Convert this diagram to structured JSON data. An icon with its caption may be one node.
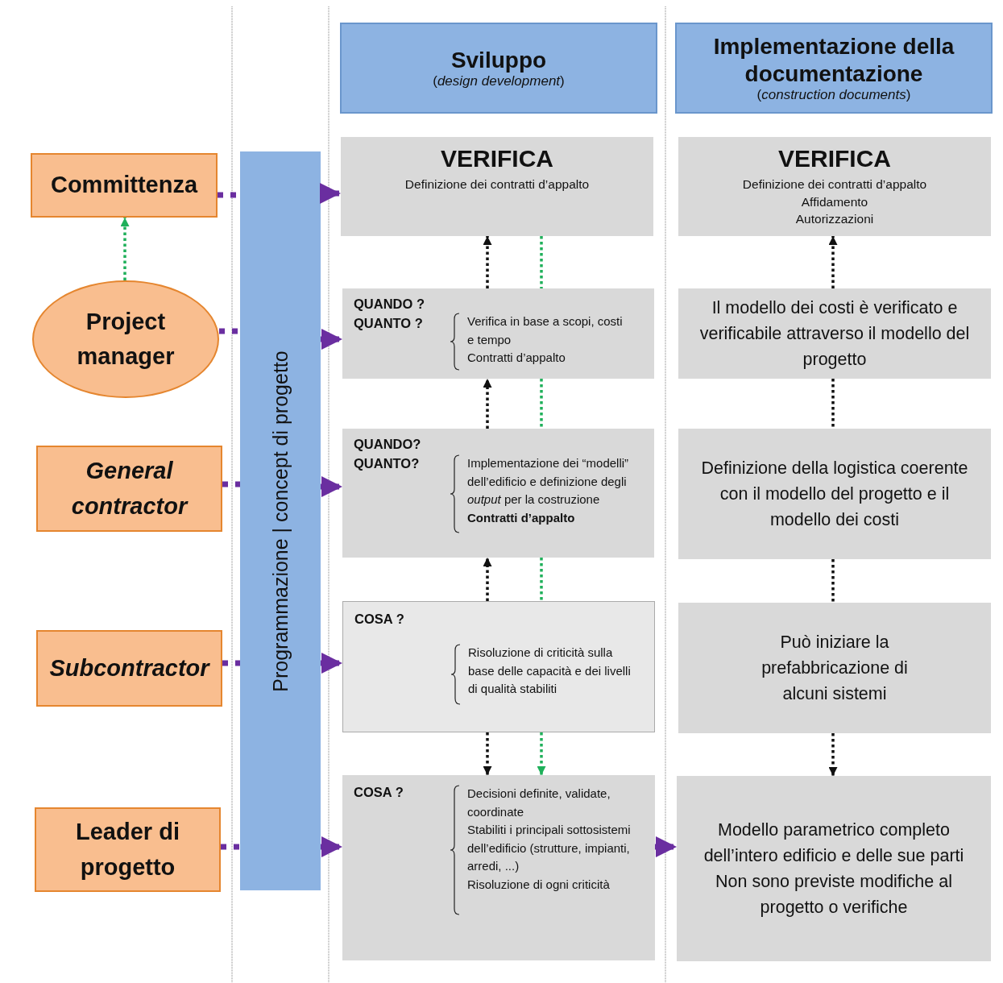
{
  "diagram": {
    "nodes": [
      {
        "text": [
          "Committenza"
        ]
      },
      {
        "text": [
          "Project manager"
        ]
      },
      {
        "text": [
          "General contractor"
        ]
      },
      {
        "text": [
          "Subcontractor"
        ]
      },
      {
        "text": [
          "Leader di progetto"
        ]
      },
      {
        "text": [
          "Programmazione | concept di progetto"
        ]
      },
      {
        "text": [
          "Sviluppo",
          "(*design development*)"
        ]
      },
      {
        "text": [
          "Implementazione della documentazione",
          "(*construction documents*)"
        ]
      },
      {
        "text": [
          "VERIFICA",
          "Definizione dei contratti d’appalto"
        ]
      },
      {
        "text": [
          "QUANDO ? QUANTO ?",
          "Verifica in base a scopi, costi e tempo",
          "Contratti d’appalto"
        ]
      },
      {
        "text": [
          "QUANDO? QUANTO?",
          "Implementazione dei “modelli” dell’edificio e definizione degli *output* per la costruzione",
          "Contratti d’appalto"
        ]
      },
      {
        "text": [
          "COSA ?",
          "Risoluzione di criticità sulla base delle capacità e dei livelli di qualità stabiliti"
        ]
      },
      {
        "text": [
          "COSA ?",
          "Decisioni definite, validate, coordinate",
          "Stabiliti i principali sottosistemi dell’edificio (strutture, impianti, arredi, ...)",
          "Risoluzione di ogni criticità"
        ]
      },
      {
        "text": [
          "VERIFICA",
          "Definizione dei contratti d’appalto",
          "Affidamento",
          "Autorizzazioni"
        ]
      },
      {
        "text": [
          "Il modello dei costi è verificato e verificabile attraverso il modello del progetto"
        ]
      },
      {
        "text": [
          "Definizione della logistica coerente con il modello del progetto e il modello dei costi"
        ]
      },
      {
        "text": [
          "Può iniziare la prefabbricazione di alcuni sistemi"
        ]
      },
      {
        "text": [
          "Modello parametrico completo dell’intero edificio e delle sue parti",
          "Non sono previste modifiche al progetto o verifiche"
        ]
      }
    ],
    "edges": [
      {
        "from": 0,
        "to": 5,
        "arrow": "none",
        "style": "dashed"
      },
      {
        "from": 5,
        "to": 8,
        "arrow": "to",
        "style": "dashed"
      },
      {
        "from": 1,
        "to": 5,
        "arrow": "none",
        "style": "dashed"
      },
      {
        "from": 5,
        "to": 9,
        "arrow": "to",
        "style": "dashed"
      },
      {
        "from": 2,
        "to": 5,
        "arrow": "none",
        "style": "dashed"
      },
      {
        "from": 5,
        "to": 10,
        "arrow": "to",
        "style": "dashed"
      },
      {
        "from": 3,
        "to": 5,
        "arrow": "none",
        "style": "dashed"
      },
      {
        "from": 5,
        "to": 11,
        "arrow": "to",
        "style": "dashed"
      },
      {
        "from": 4,
        "to": 5,
        "arrow": "none",
        "style": "dashed"
      },
      {
        "from": 5,
        "to": 12,
        "arrow": "to",
        "style": "dashed"
      },
      {
        "from": 12,
        "to": 17,
        "arrow": "to",
        "style": "dashed"
      },
      {
        "from": 1,
        "to": 0,
        "arrow": "to",
        "style": "dashed",
        "color": "#1fb05a"
      },
      {
        "from": 9,
        "to": 8,
        "arrow": "to",
        "style": "dashed",
        "color": "#111111"
      },
      {
        "from": 8,
        "to": 9,
        "arrow": "none",
        "style": "dashed",
        "color": "#1fb05a"
      },
      {
        "from": 10,
        "to": 9,
        "arrow": "to",
        "style": "dashed",
        "color": "#111111"
      },
      {
        "from": 9,
        "to": 10,
        "arrow": "none",
        "style": "dashed",
        "color": "#1fb05a"
      },
      {
        "from": 11,
        "to": 10,
        "arrow": "to",
        "style": "dashed",
        "color": "#111111"
      },
      {
        "from": 11,
        "to": 12,
        "arrow": "to",
        "style": "dashed",
        "color": "#111111"
      },
      {
        "from": 10,
        "to": 11,
        "arrow": "none",
        "style": "dashed",
        "color": "#1fb05a"
      },
      {
        "from": 11,
        "to": 12,
        "arrow": "to",
        "style": "dashed",
        "color": "#1fb05a"
      },
      {
        "from": 14,
        "to": 13,
        "arrow": "to",
        "style": "dashed",
        "color": "#111111"
      },
      {
        "from": 14,
        "to": 15,
        "arrow": "none",
        "style": "dashed",
        "color": "#111111"
      },
      {
        "from": 15,
        "to": 16,
        "arrow": "none",
        "style": "dashed",
        "color": "#111111"
      },
      {
        "from": 16,
        "to": 17,
        "arrow": "to",
        "style": "dashed",
        "color": "#111111"
      }
    ]
  }
}
